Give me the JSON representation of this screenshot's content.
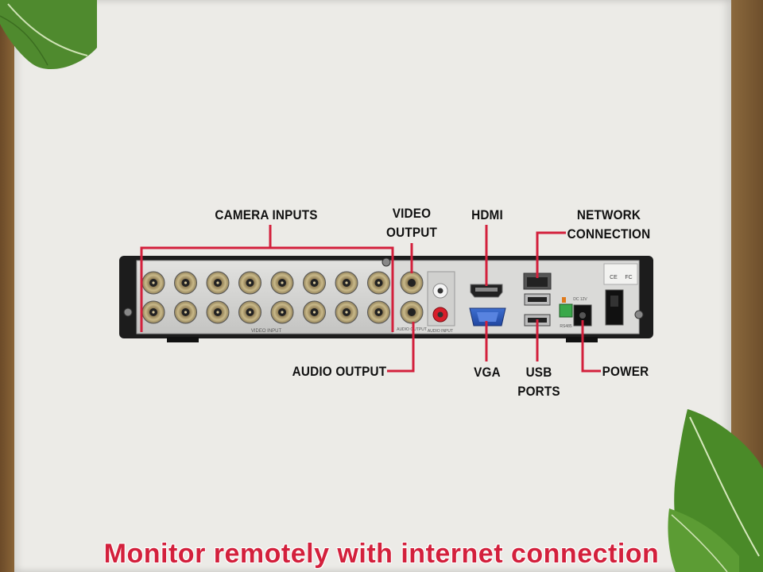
{
  "callouts": {
    "camera_inputs": "CAMERA INPUTS",
    "video_output": "VIDEO\nOUTPUT",
    "hdmi": "HDMI",
    "network_connection": "NETWORK\nCONNECTION",
    "audio_output": "AUDIO OUTPUT",
    "vga": "VGA",
    "usb_ports": "USB\nPORTS",
    "power": "POWER"
  },
  "device_markings": {
    "video_input": "VIDEO INPUT",
    "audio_output_small": "AUDIO OUTPUT",
    "audio_input_small": "AUDIO INPUT",
    "power_spec": "DC 12V",
    "rs485": "RS485",
    "ce_mark": "CE",
    "fcc_mark": "FC"
  },
  "caption": "Monitor remotely with internet connection",
  "colors": {
    "callout_line": "#d3203c",
    "caption_text": "#d3203c",
    "background": "#ecebe7",
    "panel": "#d4d4d2"
  }
}
